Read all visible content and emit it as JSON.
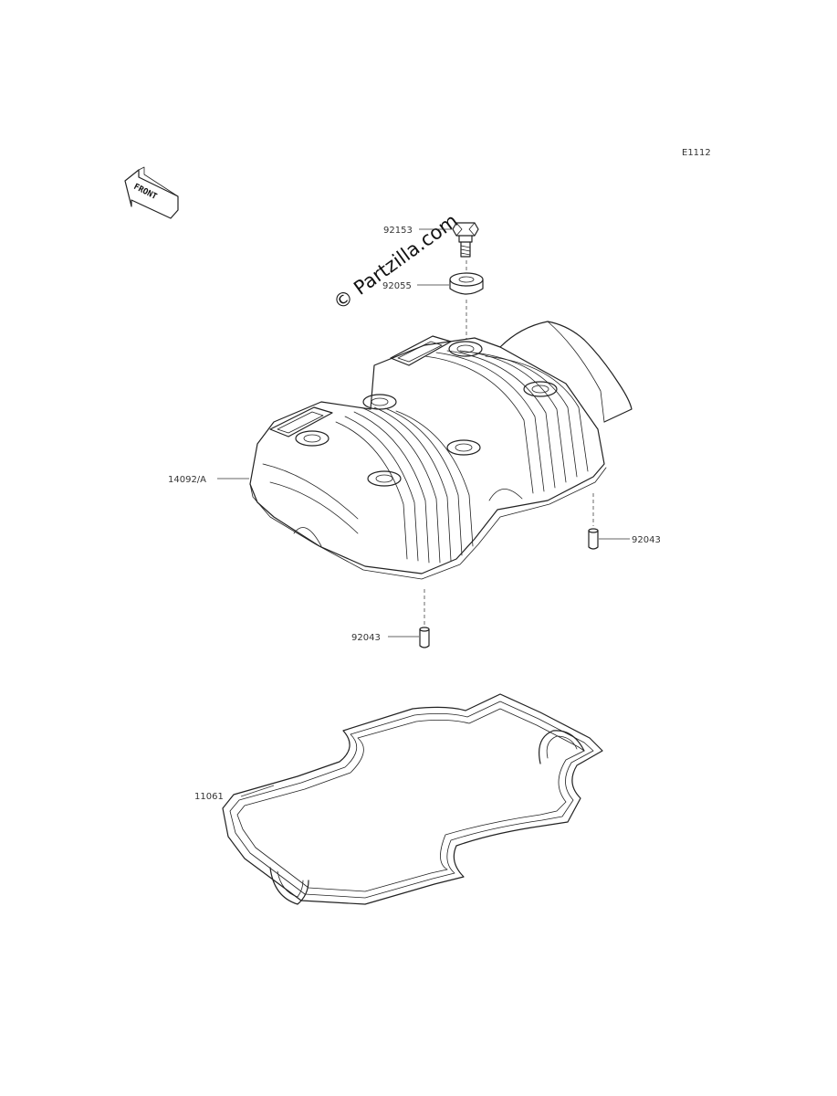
{
  "diagram_code": "E1112",
  "front_label": "FRONT",
  "watermark": "© Partzilla.com",
  "parts": {
    "bolt": "92153",
    "washer": "92055",
    "cover": "14092/A",
    "dowel_right": "92043",
    "dowel_bottom": "92043",
    "gasket": "11061"
  }
}
